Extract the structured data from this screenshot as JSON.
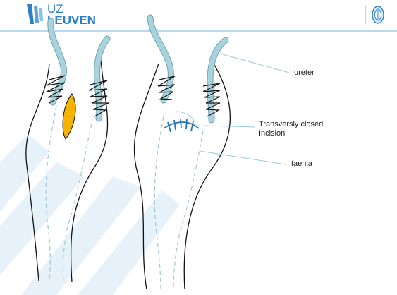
{
  "header": {
    "logo_line1": "UZ",
    "logo_line2": "LEUVEN",
    "emblem_icon": "university-seal-icon",
    "brand_color": "#2f7fc4"
  },
  "labels": {
    "ureter": "ureter",
    "incision_line1": "Transversly closed",
    "incision_line2": "Incision",
    "taenia": "taenia"
  },
  "colors": {
    "ureter_fill": "#a9d3dc",
    "ureter_stroke": "#6fa4b2",
    "incision_fill": "#f6b200",
    "closed_incision": "#2a72b8",
    "taenia_dash": "#9cc9d6",
    "watermark": "#dcecf7"
  }
}
